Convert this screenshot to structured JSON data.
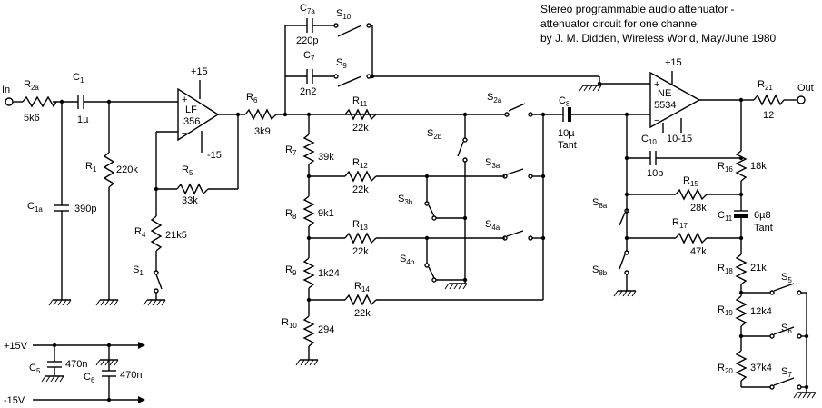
{
  "title": {
    "line1": "Stereo programmable audio attenuator -",
    "line2": "attenuator circuit for one channel",
    "line3": "by J. M. Didden, Wireless World, May/June 1980"
  },
  "terminals": {
    "in": "In",
    "out": "Out",
    "plus15_lf": "+15",
    "minus15_lf": "-15",
    "plus15_ne": "+15",
    "supply_pos": "+15V",
    "supply_neg": "-15V"
  },
  "ics": {
    "u1": {
      "line1": "LF",
      "line2": "356"
    },
    "u2": {
      "line1": "NE",
      "line2": "5534"
    }
  },
  "resistors": [
    {
      "id": "R2a",
      "value": "5k6"
    },
    {
      "id": "R1",
      "value": "220k"
    },
    {
      "id": "R5",
      "value": "33k"
    },
    {
      "id": "R4",
      "value": "21k5"
    },
    {
      "id": "R6",
      "value": "3k9"
    },
    {
      "id": "R11",
      "value": "22k"
    },
    {
      "id": "R7",
      "value": "39k"
    },
    {
      "id": "R12",
      "value": "22k"
    },
    {
      "id": "R8",
      "value": "9k1"
    },
    {
      "id": "R13",
      "value": "22k"
    },
    {
      "id": "R9",
      "value": "1k24"
    },
    {
      "id": "R14",
      "value": "22k"
    },
    {
      "id": "R10",
      "value": "294"
    },
    {
      "id": "R21",
      "value": "12"
    },
    {
      "id": "R16",
      "value": "18k"
    },
    {
      "id": "R15",
      "value": "28k"
    },
    {
      "id": "R17",
      "value": "47k"
    },
    {
      "id": "R18",
      "value": "21k"
    },
    {
      "id": "R19",
      "value": "12k4"
    },
    {
      "id": "R20",
      "value": "37k4"
    }
  ],
  "capacitors": [
    {
      "id": "C1",
      "value": "1µ"
    },
    {
      "id": "C1a",
      "value": "390p"
    },
    {
      "id": "C7a",
      "value": "220p"
    },
    {
      "id": "C7",
      "value": "2n2"
    },
    {
      "id": "C8",
      "value": "10µ",
      "note": "Tant"
    },
    {
      "id": "C10",
      "value": "10p",
      "note": "10-15"
    },
    {
      "id": "C11",
      "value": "6µ8",
      "note": "Tant"
    },
    {
      "id": "C5",
      "value": "470n"
    },
    {
      "id": "C6",
      "value": "470n"
    }
  ],
  "switches": {
    "s1": "S1",
    "s9": "S9",
    "s10": "S10",
    "s2a": "S2a",
    "s2b": "S2b",
    "s3a": "S3a",
    "s3b": "S3b",
    "s4a": "S4a",
    "s4b": "S4b",
    "s8a": "S8a",
    "s8b": "S8b",
    "s5": "S5",
    "s6": "S6",
    "s7": "S7"
  }
}
